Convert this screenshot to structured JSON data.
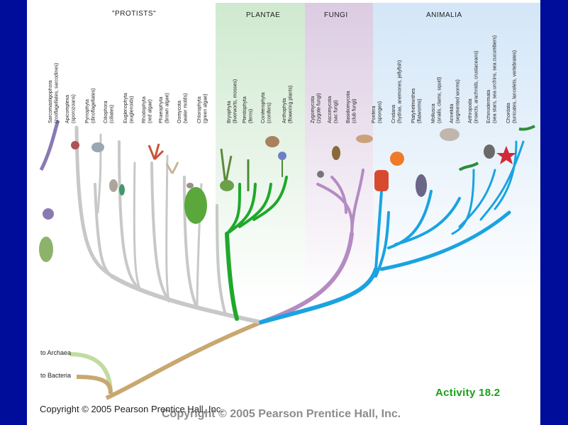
{
  "kingdoms": {
    "protists": "\"PROTISTS\"",
    "plantae": "PLANTAE",
    "fungi": "FUNGI",
    "animalia": "ANIMALIA"
  },
  "taxa": [
    {
      "name": "Sarcomastigophora",
      "note": "(zooflagellates, sarcodines)"
    },
    {
      "name": "Apicomplexa",
      "note": "(sporozoans)"
    },
    {
      "name": "Pyrrophyta",
      "note": "(dinoflagellates)"
    },
    {
      "name": "Ciliophora",
      "note": "(ciliates)"
    },
    {
      "name": "Euglenophyta",
      "note": "(euglenoids)"
    },
    {
      "name": "Rhodophyta",
      "note": "(red algae)"
    },
    {
      "name": "Phaeophyta",
      "note": "(brown algae)"
    },
    {
      "name": "Oomycota",
      "note": "(water molds)"
    },
    {
      "name": "Chlorophyta",
      "note": "(green algae)"
    },
    {
      "name": "Bryophyta",
      "note": "(liverworts, mosses)"
    },
    {
      "name": "Pterdophyta",
      "note": "(ferns)"
    },
    {
      "name": "Coniferophyta",
      "note": "(conifers)"
    },
    {
      "name": "Anthophyta",
      "note": "(flowering plants)"
    },
    {
      "name": "Zygomycota",
      "note": "(zygote fungi)"
    },
    {
      "name": "Ascomycota",
      "note": "(sac fungi)"
    },
    {
      "name": "Basidiomycota",
      "note": "(club fungi)"
    },
    {
      "name": "Porifera",
      "note": "(sponges)"
    },
    {
      "name": "Cnidaria",
      "note": "(hydras, anemones, jellyfish)"
    },
    {
      "name": "Platyhelminthes",
      "note": "(flatworms)"
    },
    {
      "name": "Mollusca",
      "note": "(snails, clams, squid)"
    },
    {
      "name": "Annelida",
      "note": "(segmented worms)"
    },
    {
      "name": "Arthropoda",
      "note": "(insects, arachnids, crustaceans)"
    },
    {
      "name": "Echinodermata",
      "note": "(sea stars, sea urchins, sea cucumbers)"
    },
    {
      "name": "Chordata",
      "note": "(tunicates, lancelets, vertebrates)"
    }
  ],
  "roots": {
    "archaea": "to Archaea",
    "bacteria": "to Bacteria"
  },
  "activity": "Activity 18.2",
  "copyright_main": "Copyright © 2005 Pearson Prentice Hall, Inc.",
  "copyright_shadow": "Copyright © 2005 Pearson Prentice Hall, Inc.",
  "colors": {
    "background": "#000c9a",
    "protists": "#c8c8c8",
    "plantae": "#1fa82c",
    "fungi": "#b48bc3",
    "animalia": "#1aa3e0",
    "archaea": "#c2dca0",
    "bacteria": "#c8a870",
    "activity": "#17a017"
  }
}
